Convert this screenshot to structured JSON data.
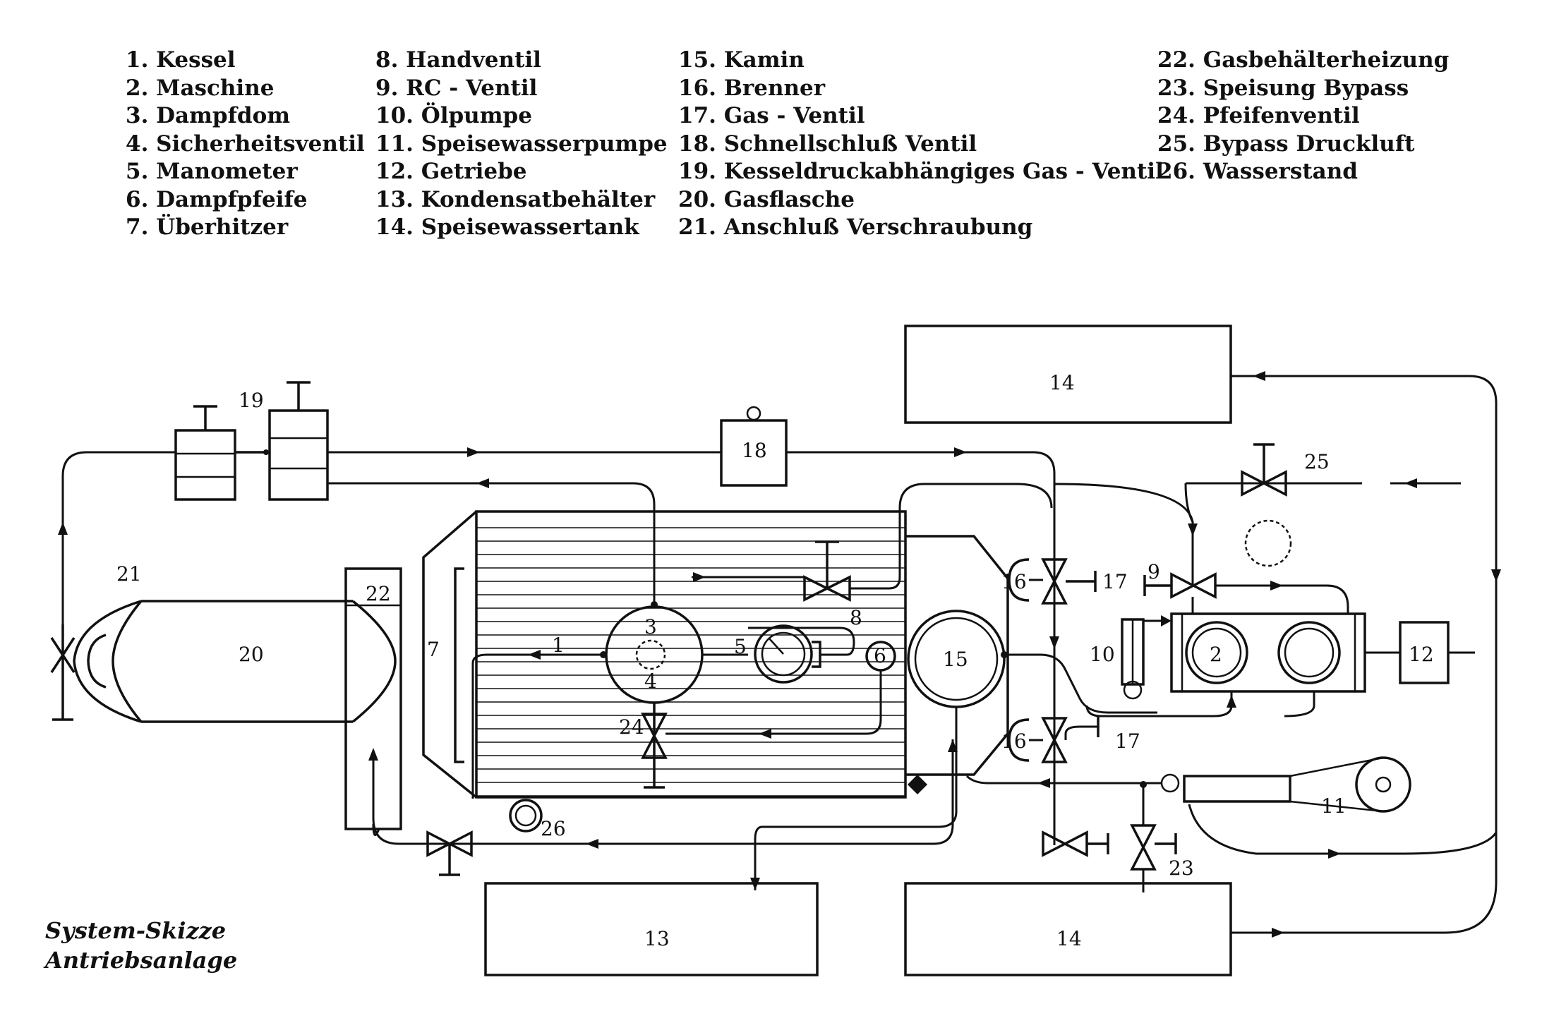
{
  "legend": {
    "col1": [
      "1. Kessel",
      "2. Maschine",
      "3. Dampfdom",
      "4. Sicherheitsventil",
      "5. Manometer",
      "6. Dampfpfeife",
      "7. Überhitzer"
    ],
    "col2": [
      "8.  Handventil",
      "9.  RC - Ventil",
      "10. Ölpumpe",
      "11. Speisewasserpumpe",
      "12. Getriebe",
      "13. Kondensatbehälter",
      "14. Speisewassertank"
    ],
    "col3": [
      "15. Kamin",
      "16. Brenner",
      "17. Gas - Ventil",
      "18. Schnellschluß Ventil",
      "19. Kesseldruckabhängiges Gas - Ventil",
      "20. Gasflasche",
      "21. Anschluß Verschraubung"
    ],
    "col4": [
      "22. Gasbehälterheizung",
      "23. Speisung Bypass",
      "24. Pfeifenventil",
      "25. Bypass Druckluft",
      "26. Wasserstand"
    ]
  },
  "caption": {
    "line1": "System-Skizze",
    "line2": "Antriebsanlage"
  },
  "diagram_labels": {
    "l1": "1",
    "l2": "2",
    "l3": "3",
    "l4": "4",
    "l5": "5",
    "l6": "6",
    "l7": "7",
    "l8": "8",
    "l9": "9",
    "l10": "10",
    "l11": "11",
    "l12": "12",
    "l13": "13",
    "l14_top": "14",
    "l14_bottom": "14",
    "l15": "15",
    "l16_top": "16",
    "l16_bottom": "16",
    "l17_top": "17",
    "l17_bottom": "17",
    "l18": "18",
    "l19": "19",
    "l20": "20",
    "l21": "21",
    "l22": "22",
    "l23": "23",
    "l24": "24",
    "l25": "25",
    "l26": "26"
  }
}
